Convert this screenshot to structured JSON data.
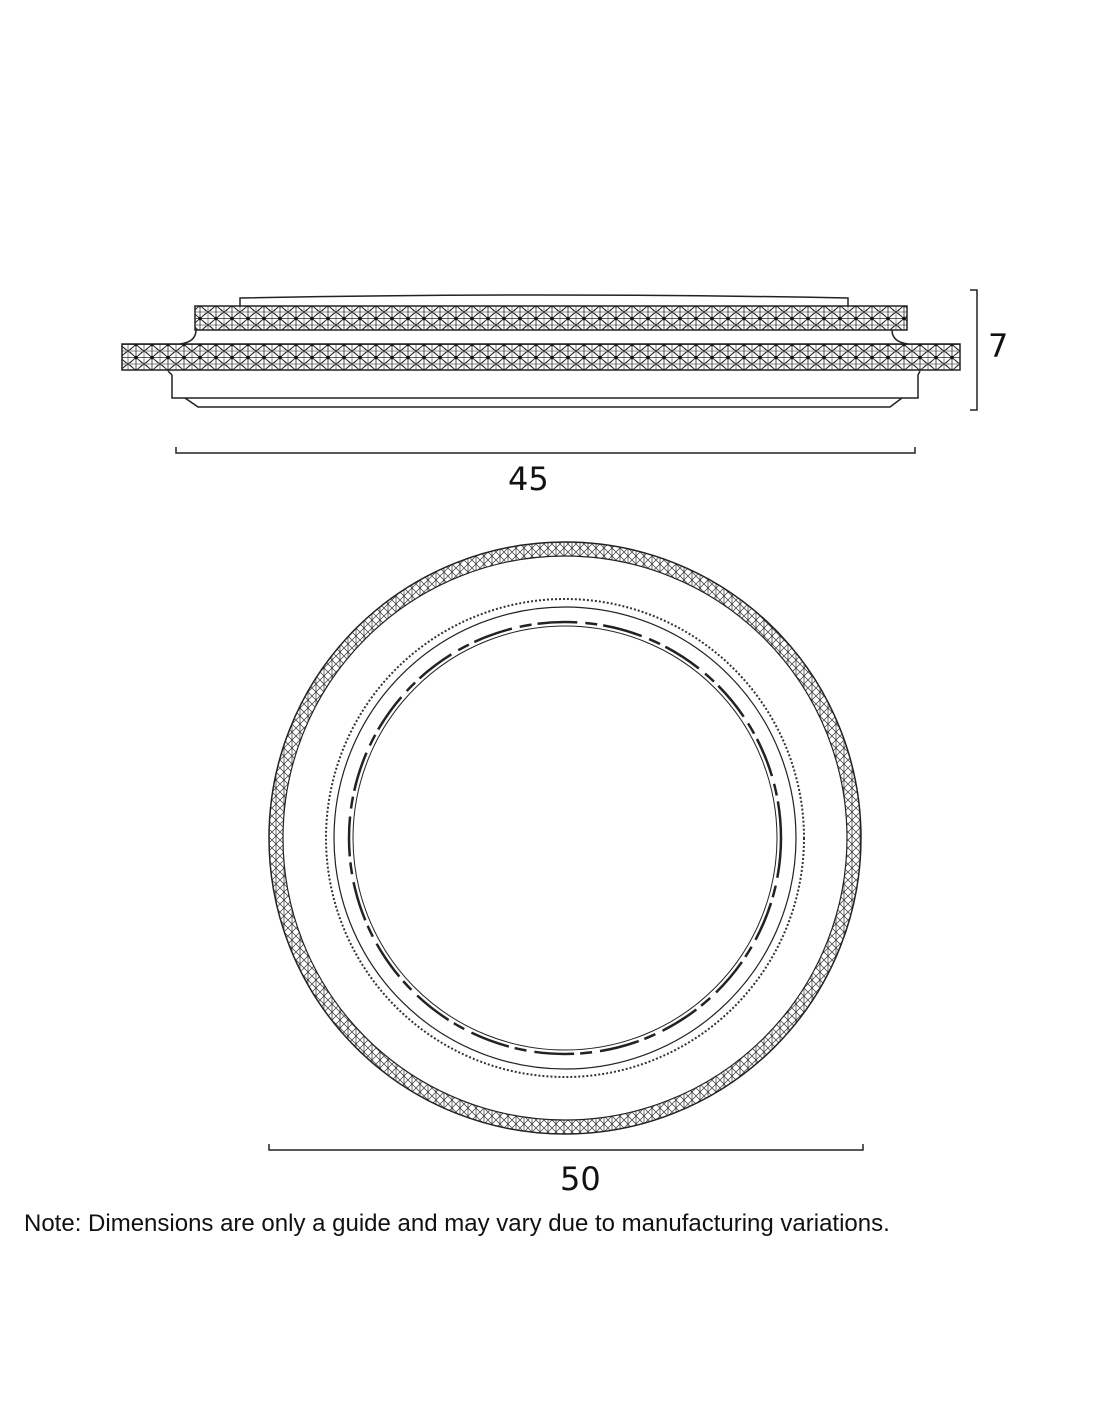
{
  "side_view": {
    "width_label": "45",
    "height_label": "7"
  },
  "top_view": {
    "diameter_label": "50"
  },
  "note": "Note: Dimensions are only a guide and may vary due to manufacturing variations.",
  "colors": {
    "line": "#222222",
    "background": "#ffffff"
  }
}
